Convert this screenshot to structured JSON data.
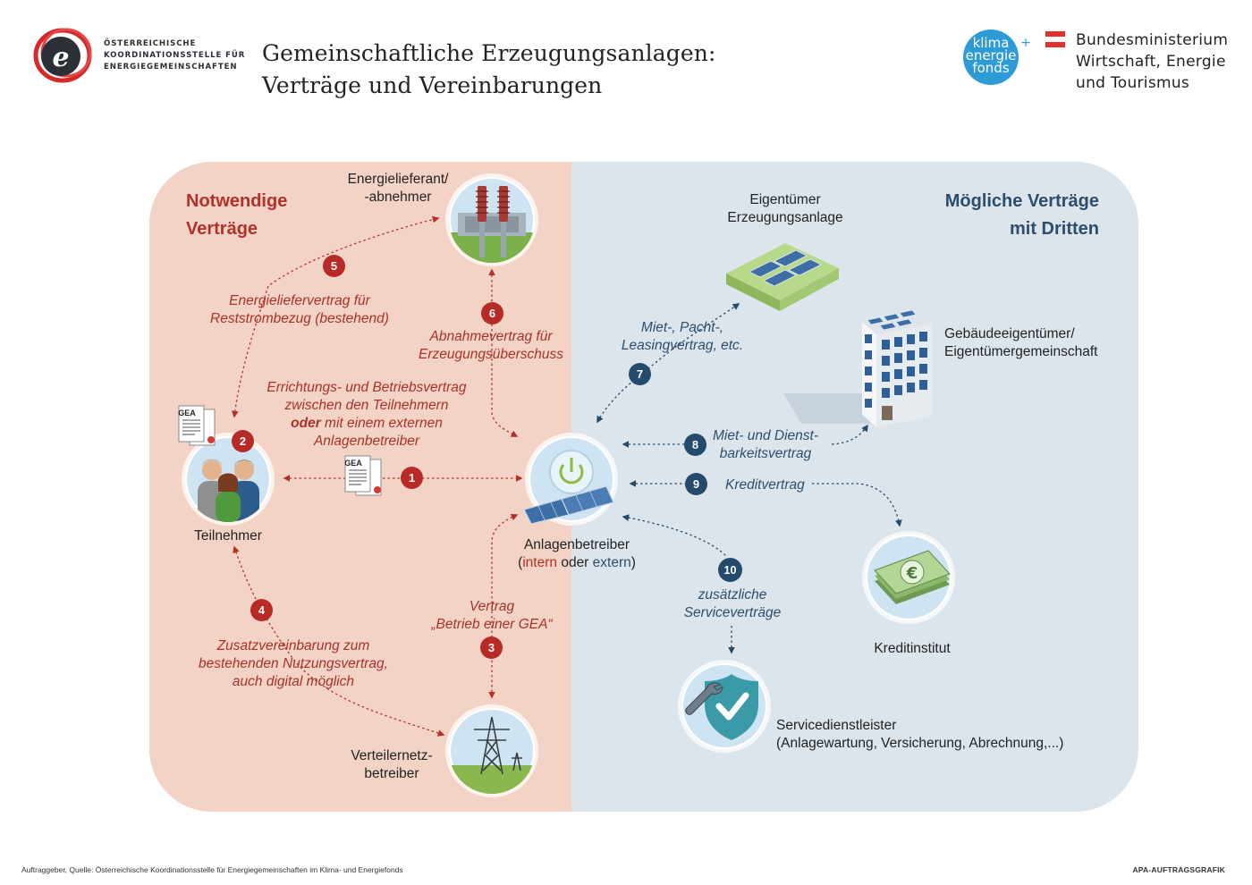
{
  "header": {
    "org_lines": [
      "ÖSTERREICHISCHE",
      "KOORDINATIONSSTELLE FÜR",
      "ENERGIEGEMEINSCHAFTEN"
    ],
    "logo_letter": "e",
    "title_line1": "Gemeinschaftliche Erzeugungsanlagen:",
    "title_line2": "Verträge und Vereinbarungen",
    "klima_logo_lines": [
      "klima",
      "energie",
      "fonds"
    ],
    "klima_plus": "+",
    "ministry_lines": [
      "Bundesministerium",
      "Wirtschaft, Energie",
      "und Tourismus"
    ]
  },
  "headings": {
    "left": [
      "Notwendige",
      "Verträge"
    ],
    "right": [
      "Mögliche Verträge",
      "mit Dritten"
    ]
  },
  "nodes": {
    "energy_supplier": [
      "Energielieferant/",
      "-abnehmer"
    ],
    "participants": "Teilnehmer",
    "operator": [
      "Anlagenbetreiber",
      "(",
      "intern",
      " oder ",
      "extern",
      ")"
    ],
    "grid_operator": [
      "Verteilernetz-",
      "betreiber"
    ],
    "plant_owner": [
      "Eigentümer",
      "Erzeugungsanlage"
    ],
    "building_owner": [
      "Gebäudeeigentümer/",
      "Eigentümergemeinschaft"
    ],
    "credit_institution": "Kreditinstitut",
    "service_provider": [
      "Servicedienstleister",
      "(Anlagewartung, Versicherung, Abrechnung,...)"
    ]
  },
  "contracts": [
    {
      "number": "1",
      "lines": []
    },
    {
      "number": "2",
      "lines": [
        "Errichtungs- und Betriebsvertrag",
        "zwischen den Teilnehmern",
        "oder",
        " mit einem externen",
        "Anlagenbetreiber"
      ]
    },
    {
      "number": "3",
      "lines": [
        "Vertrag",
        "„Betrieb einer GEA“"
      ]
    },
    {
      "number": "4",
      "lines": [
        "Zusatzvereinbarung zum",
        "bestehenden Nutzungsvertrag,",
        "auch digital möglich"
      ]
    },
    {
      "number": "5",
      "lines": [
        "Energieliefervertrag für",
        "Reststrombezug (bestehend)"
      ]
    },
    {
      "number": "6",
      "lines": [
        "Abnahmevertrag für",
        "Erzeugungsüberschuss"
      ]
    },
    {
      "number": "7",
      "lines": [
        "Miet-, Pacht-,",
        "Leasingvertrag, etc."
      ]
    },
    {
      "number": "8",
      "lines": [
        "Miet- und Dienst-",
        "barkeitsvertrag"
      ]
    },
    {
      "number": "9",
      "lines": [
        "Kreditvertrag"
      ]
    },
    {
      "number": "10",
      "lines": [
        "zusätzliche",
        "Serviceverträge"
      ]
    }
  ],
  "document_tag": "GEA",
  "currency_symbol": "€",
  "footer": {
    "source": "Auftraggeber, Quelle: Österreichische Koordinationsstelle für Energiegemeinschaften im Klima- und Energiefonds",
    "credit": "APA-AUFTRAGSGRAFIK"
  },
  "colors": {
    "left_panel": "#f3d3c6",
    "right_panel": "#dde5ec",
    "red_accent": "#b3312b",
    "blue_accent": "#244b6c",
    "logo_red": "#d42a2a",
    "logo_blue": "#2e9bd6"
  },
  "icons": [
    "logo-e-icon",
    "klima-energie-fonds-logo",
    "austria-flag-icon",
    "substation-icon",
    "people-icon",
    "document-icon",
    "power-button-icon",
    "solar-panel-icon",
    "transmission-tower-icon",
    "solar-roof-icon",
    "office-building-icon",
    "banknote-euro-icon",
    "shield-check-icon",
    "wrench-icon"
  ]
}
